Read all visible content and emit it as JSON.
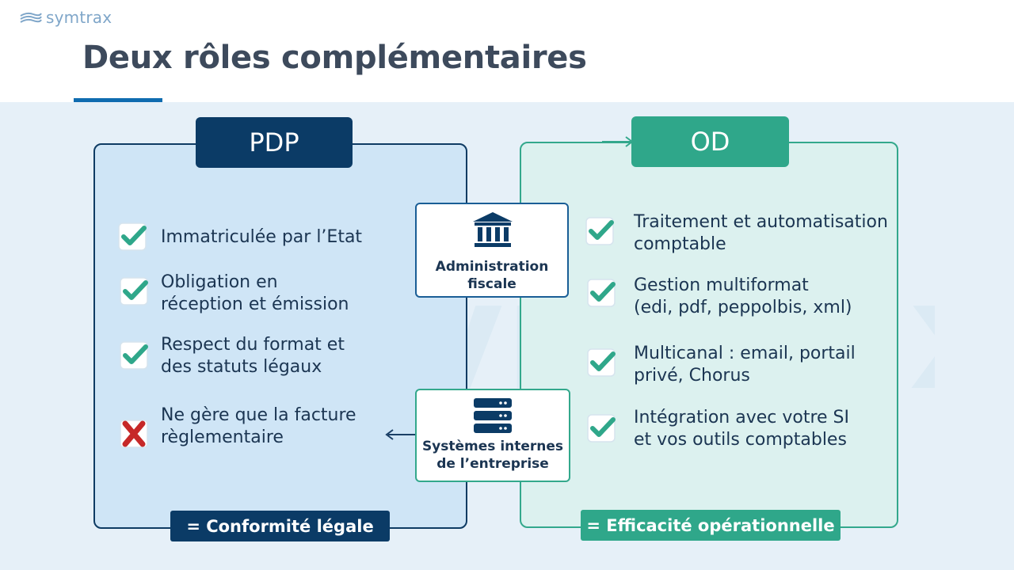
{
  "logo": {
    "name": "symtrax"
  },
  "slide": {
    "title": "Deux rôles complémentaires"
  },
  "watermark": {
    "text": "symtrax"
  },
  "pdp": {
    "heading": "PDP",
    "items": [
      {
        "status": "check",
        "lines": [
          "Immatriculée par l’Etat"
        ]
      },
      {
        "status": "check",
        "lines": [
          "Obligation en",
          "réception et émission"
        ]
      },
      {
        "status": "check",
        "lines": [
          "Respect du format et",
          "des statuts légaux"
        ]
      },
      {
        "status": "cross",
        "lines": [
          "Ne gère que la facture",
          "règlementaire"
        ]
      }
    ],
    "footer": "= Conformité légale"
  },
  "od": {
    "heading": "OD",
    "items": [
      {
        "status": "check",
        "lines": [
          "Traitement et automatisation",
          "comptable"
        ]
      },
      {
        "status": "check",
        "lines": [
          "Gestion multiformat",
          "(edi, pdf, peppolbis, xml)"
        ]
      },
      {
        "status": "check",
        "lines": [
          "Multicanal : email, portail",
          "privé, Chorus"
        ]
      },
      {
        "status": "check",
        "lines": [
          "Intégration avec votre SI",
          "et vos outils comptables"
        ]
      }
    ],
    "footer": "= Efficacité opérationnelle"
  },
  "center": {
    "admin": {
      "icon": "bank-building-icon",
      "lines": [
        "Administration",
        "fiscale"
      ]
    },
    "systems": {
      "icon": "server-stack-icon",
      "lines": [
        "Systèmes internes",
        "de l’entreprise"
      ]
    }
  },
  "colors": {
    "navy": "#0b3b66",
    "teal": "#2fa78a",
    "check_green": "#2fa78a",
    "cross_red": "#c62828",
    "text": "#1b3552",
    "title": "#3d4a5c"
  }
}
